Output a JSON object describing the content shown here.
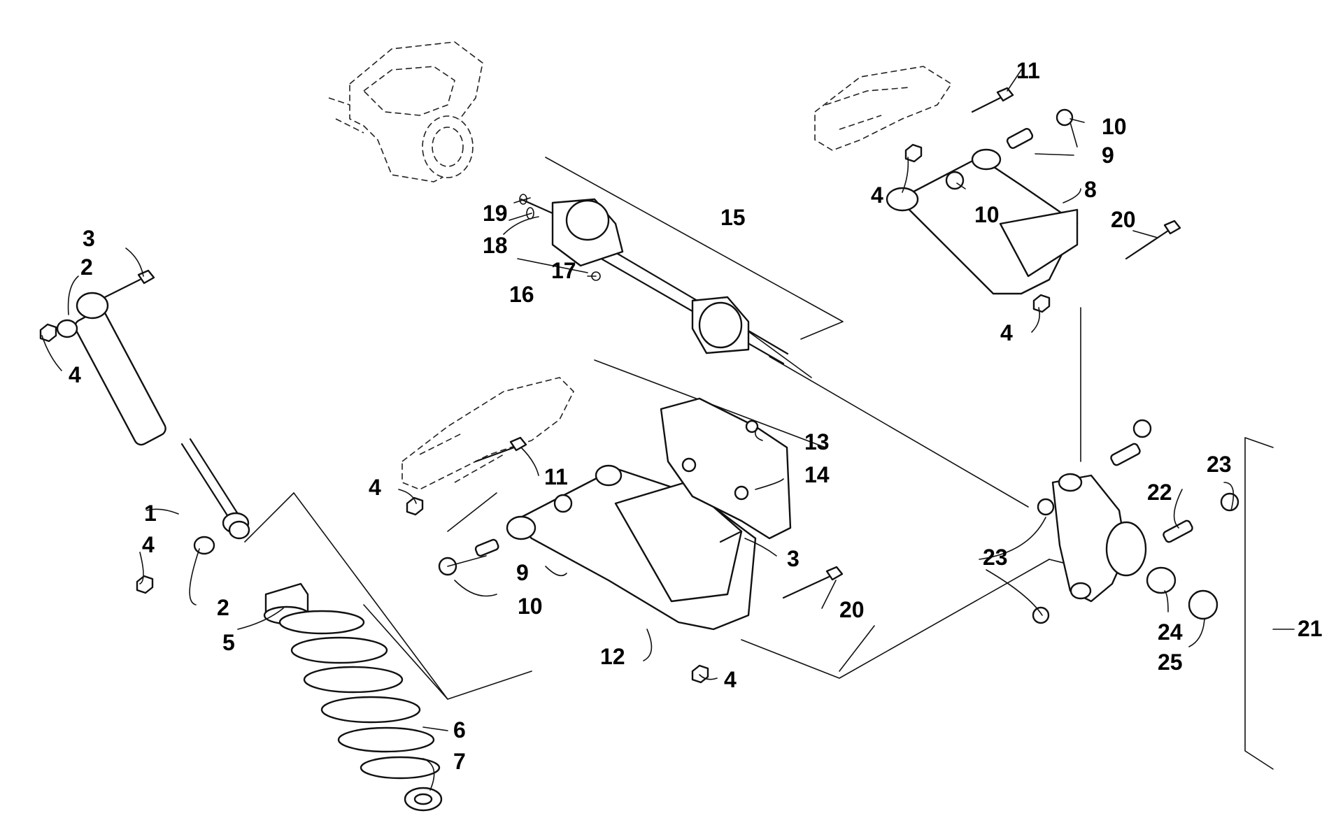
{
  "title": "",
  "callouts": [
    {
      "id": "c1",
      "text": "1"
    },
    {
      "id": "c2a",
      "text": "2"
    },
    {
      "id": "c2b",
      "text": "2"
    },
    {
      "id": "c3a",
      "text": "3"
    },
    {
      "id": "c3b",
      "text": "3"
    },
    {
      "id": "c4a",
      "text": "4"
    },
    {
      "id": "c4b",
      "text": "4"
    },
    {
      "id": "c4c",
      "text": "4"
    },
    {
      "id": "c4d",
      "text": "4"
    },
    {
      "id": "c4e",
      "text": "4"
    },
    {
      "id": "c4f",
      "text": "4"
    },
    {
      "id": "c5",
      "text": "5"
    },
    {
      "id": "c6",
      "text": "6"
    },
    {
      "id": "c7",
      "text": "7"
    },
    {
      "id": "c8",
      "text": "8"
    },
    {
      "id": "c9a",
      "text": "9"
    },
    {
      "id": "c9b",
      "text": "9"
    },
    {
      "id": "c10a",
      "text": "10"
    },
    {
      "id": "c10b",
      "text": "10"
    },
    {
      "id": "c10c",
      "text": "10"
    },
    {
      "id": "c11a",
      "text": "11"
    },
    {
      "id": "c11b",
      "text": "11"
    },
    {
      "id": "c12",
      "text": "12"
    },
    {
      "id": "c13",
      "text": "13"
    },
    {
      "id": "c14",
      "text": "14"
    },
    {
      "id": "c15",
      "text": "15"
    },
    {
      "id": "c16",
      "text": "16"
    },
    {
      "id": "c17",
      "text": "17"
    },
    {
      "id": "c18",
      "text": "18"
    },
    {
      "id": "c19",
      "text": "19"
    },
    {
      "id": "c20a",
      "text": "20"
    },
    {
      "id": "c20b",
      "text": "20"
    },
    {
      "id": "c21",
      "text": "21"
    },
    {
      "id": "c22",
      "text": "22"
    },
    {
      "id": "c23a",
      "text": "23"
    },
    {
      "id": "c23b",
      "text": "23"
    },
    {
      "id": "c24",
      "text": "24"
    },
    {
      "id": "c25",
      "text": "25"
    }
  ]
}
